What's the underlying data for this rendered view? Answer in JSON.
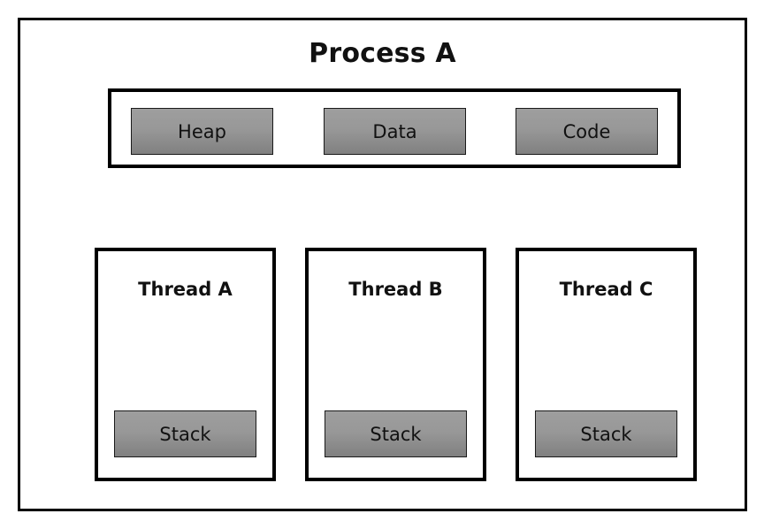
{
  "diagram": {
    "title": "Process A",
    "memory_segments": [
      {
        "label": "Heap",
        "name": "heap"
      },
      {
        "label": "Data",
        "name": "data"
      },
      {
        "label": "Code",
        "name": "code"
      }
    ],
    "threads": [
      {
        "label": "Thread A",
        "stack_label": "Stack"
      },
      {
        "label": "Thread B",
        "stack_label": "Stack"
      },
      {
        "label": "Thread C",
        "stack_label": "Stack"
      }
    ],
    "colors": {
      "border": "#000000",
      "background": "#ffffff",
      "block_gradient_top": "#9e9e9e",
      "block_gradient_bottom": "#808080",
      "block_border": "#1a1a1a",
      "text": "#111111"
    }
  }
}
